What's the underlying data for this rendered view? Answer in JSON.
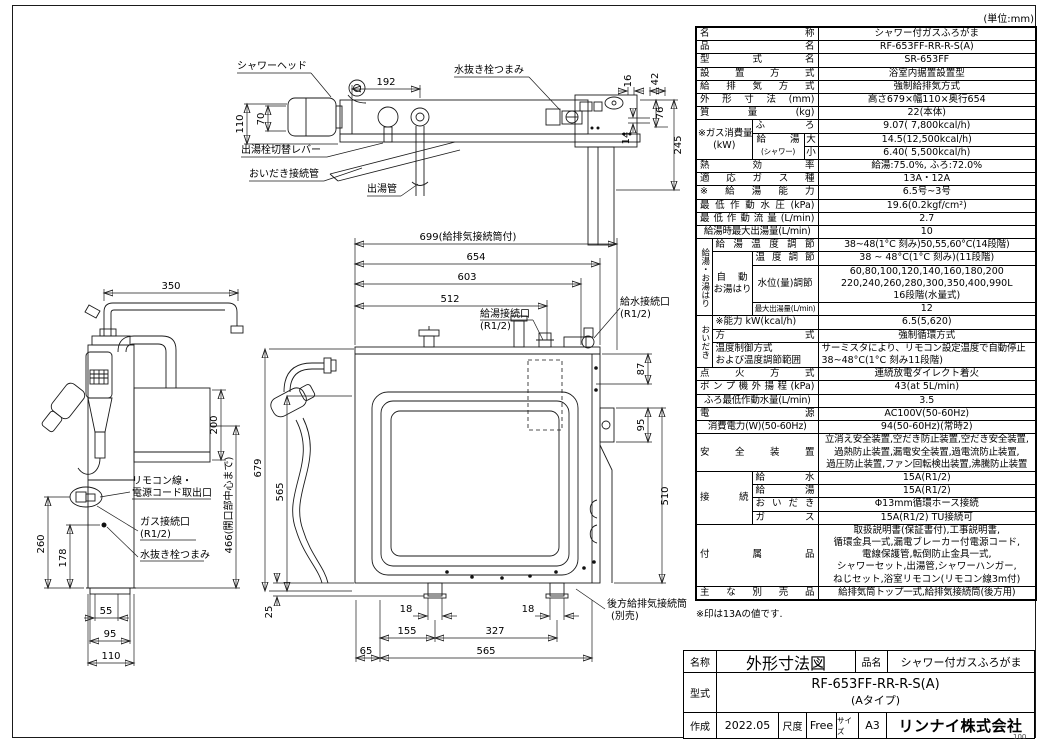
{
  "unit_note": "(単位:mm)",
  "page_mark": "100",
  "spec_table": {
    "rows": {
      "name": {
        "label": "名称",
        "value": "シャワー付ガスふろがま"
      },
      "product": {
        "label": "品名",
        "value": "RF-653FF-RR-R-S(A)"
      },
      "model": {
        "label": "型式名",
        "value": "SR-653FF"
      },
      "installation": {
        "label": "設置方式",
        "value": "浴室内据置設置型"
      },
      "intake_exhaust": {
        "label": "給排気方式",
        "value": "強制給排気方式"
      },
      "outer_dimensions": {
        "label": "外形寸法(mm)",
        "value": "高さ679×幅110×奥行654"
      },
      "weight": {
        "label": "質量(kg)",
        "value": "22(本体)"
      },
      "gas_consumption": {
        "group_label": "※ガス消費量",
        "group_unit": "(kW)",
        "furo_label": "ふろ",
        "furo_value": "9.07( 7,800kcal/h)",
        "kyuto_label": "給湯",
        "kyuto_sublabel": "(シャワー)",
        "large_label": "大",
        "large_value": "14.5(12,500kcal/h)",
        "small_label": "小",
        "small_value": "6.40( 5,500kcal/h)"
      },
      "thermal_efficiency": {
        "label": "熱効率",
        "value": "給湯:75.0%, ふろ:72.0%"
      },
      "gas_types": {
        "label": "適応ガス種",
        "value": "13A・12A"
      },
      "hot_water_capacity": {
        "label": "※給湯能力",
        "value": "6.5号~3号"
      },
      "min_working_pressure": {
        "label": "最低作動水圧(kPa)",
        "value": "19.6(0.2kgf/cm²)"
      },
      "min_working_flow": {
        "label": "最低作動流量(L/min)",
        "value": "2.7"
      },
      "max_output_flow": {
        "label": "給湯時最大出湯量(L/min)",
        "value": "10"
      },
      "hot_water_group": {
        "group_label": "給湯・お湯はり",
        "temp_adjust": {
          "label": "給湯温度調節",
          "value": "38~48(1°C 刻み)50,55,60°C(14段階)"
        },
        "auto": {
          "label_1": "自動",
          "label_2": "お湯はり",
          "temp": {
            "label": "温度調節",
            "value": "38 ~ 48°C(1°C 刻み)(11段階)"
          },
          "water_level": {
            "label": "水位(量)調節",
            "value_1": "60,80,100,120,140,160,180,200",
            "value_2": "220,240,260,280,300,350,400,990L",
            "value_3": "16段階(水量式)"
          },
          "max_flow": {
            "label": "最大出湯量(L/min)",
            "value": "12"
          }
        }
      },
      "oidaki_group": {
        "group_label": "おいだき",
        "power": {
          "label": "※能力 kW(kcal/h)",
          "value": "6.5(5,620)"
        },
        "method": {
          "label": "方式",
          "value": "強制循環方式"
        },
        "temp_control": {
          "label_1": "温度制御方式",
          "label_2": "および温度調節範囲",
          "value_1": "サーミスタにより、リモコン設定温度で自動停止",
          "value_2": "38~48°C(1°C 刻み11段階)"
        }
      },
      "ignition": {
        "label": "点火方式",
        "value": "連続放電ダイレクト着火"
      },
      "pump_head": {
        "label": "ポンプ機外揚程(kPa)",
        "value": "43(at 5L/min)"
      },
      "furo_min_flow": {
        "label": "ふろ最低作動水量(L/min)",
        "value": "3.5"
      },
      "power_supply": {
        "label": "電源",
        "value": "AC100V(50-60Hz)"
      },
      "power_consumption": {
        "label": "消費電力(W)(50-60Hz)",
        "value": "94(50-60Hz)(常時2)"
      },
      "safety_devices": {
        "label": "安全装置",
        "value_1": "立消え安全装置,空だき防止装置,空だき安全装置,",
        "value_2": "過熱防止装置,漏電安全装置,過電流防止装置,",
        "value_3": "過圧防止装置,ファン回転検出装置,沸騰防止装置"
      },
      "connections": {
        "group_label": "接続",
        "water": {
          "label": "給水",
          "value": "15A(R1/2)"
        },
        "hot_water": {
          "label": "給湯",
          "value": "15A(R1/2)"
        },
        "oidaki": {
          "label": "おいだき",
          "value": "Φ13mm循環ホース接続"
        },
        "gas": {
          "label": "ガス",
          "value": "15A(R1/2) TU接続可"
        }
      },
      "accessories": {
        "label": "付属品",
        "value_1": "取扱説明書(保証書付),工事説明書,",
        "value_2": "循環金具一式,漏電ブレーカー付電源コード,",
        "value_3": "電線保護管,転倒防止金具一式,",
        "value_4": "シャワーセット,出湯管,シャワーハンガー,",
        "value_5": "ねじセット,浴室リモコン(リモコン線3m付)"
      },
      "optional_items": {
        "label": "主な別売品",
        "value": "給排気筒トップ一式,給排気接続筒(後方用)"
      }
    },
    "footnote": "※印は13Aの値です."
  },
  "title_block": {
    "name_label": "名称",
    "name_value": "外形寸法図",
    "product_label": "品名",
    "product_value": "シャワー付ガスふろがま",
    "model_label": "型式",
    "model_value": "RF-653FF-RR-R-S(A)",
    "model_type": "(Aタイプ)",
    "created_label": "作成",
    "created_value": "2022.05",
    "scale_label": "尺度",
    "scale_value": "Free",
    "size_label": "サイズ",
    "size_value": "A3",
    "company": "リンナイ株式会社"
  },
  "drawings": {
    "top_view": {
      "labels": {
        "shower_head": "シャワーヘッド",
        "drain_knob": "水抜き栓つまみ",
        "outlet_lever": "出湯栓切替レバー",
        "oidaki_pipe": "おいだき接続管",
        "outlet_pipe": "出湯管"
      },
      "dims": {
        "d192": "192",
        "d110": "110",
        "d70": "70",
        "d16": "16",
        "d42": "42",
        "d14": "14",
        "d76": "76",
        "d245": "245"
      }
    },
    "side_view": {
      "labels": {
        "cord_outlet_1": "リモコン線・",
        "cord_outlet_2": "電源コード取出口",
        "gas_conn_1": "ガス接続口",
        "gas_conn_2": "(R1/2)",
        "drain_knob": "水抜き栓つまみ"
      },
      "dims": {
        "d350": "350",
        "d200": "200",
        "d260": "260",
        "d178": "178",
        "d55": "55",
        "d95": "95",
        "d110": "110",
        "d466": "466(開口部中心まで)"
      }
    },
    "front_view": {
      "labels": {
        "hot_conn_1": "給湯接続口",
        "hot_conn_2": "(R1/2)",
        "water_conn_1": "給水接続口",
        "water_conn_2": "(R1/2)",
        "rear_flue_1": "後方給排気接続筒",
        "rear_flue_2": "(別売)"
      },
      "dims": {
        "d699": "699(給排気接続筒付)",
        "d654": "654",
        "d603": "603",
        "d512": "512",
        "d87": "87",
        "d95": "95",
        "d510": "510",
        "d679": "679",
        "d565": "565",
        "d25": "25",
        "d18a": "18",
        "d18b": "18",
        "d155": "155",
        "d327": "327",
        "d65": "65",
        "d565b": "565"
      }
    }
  }
}
